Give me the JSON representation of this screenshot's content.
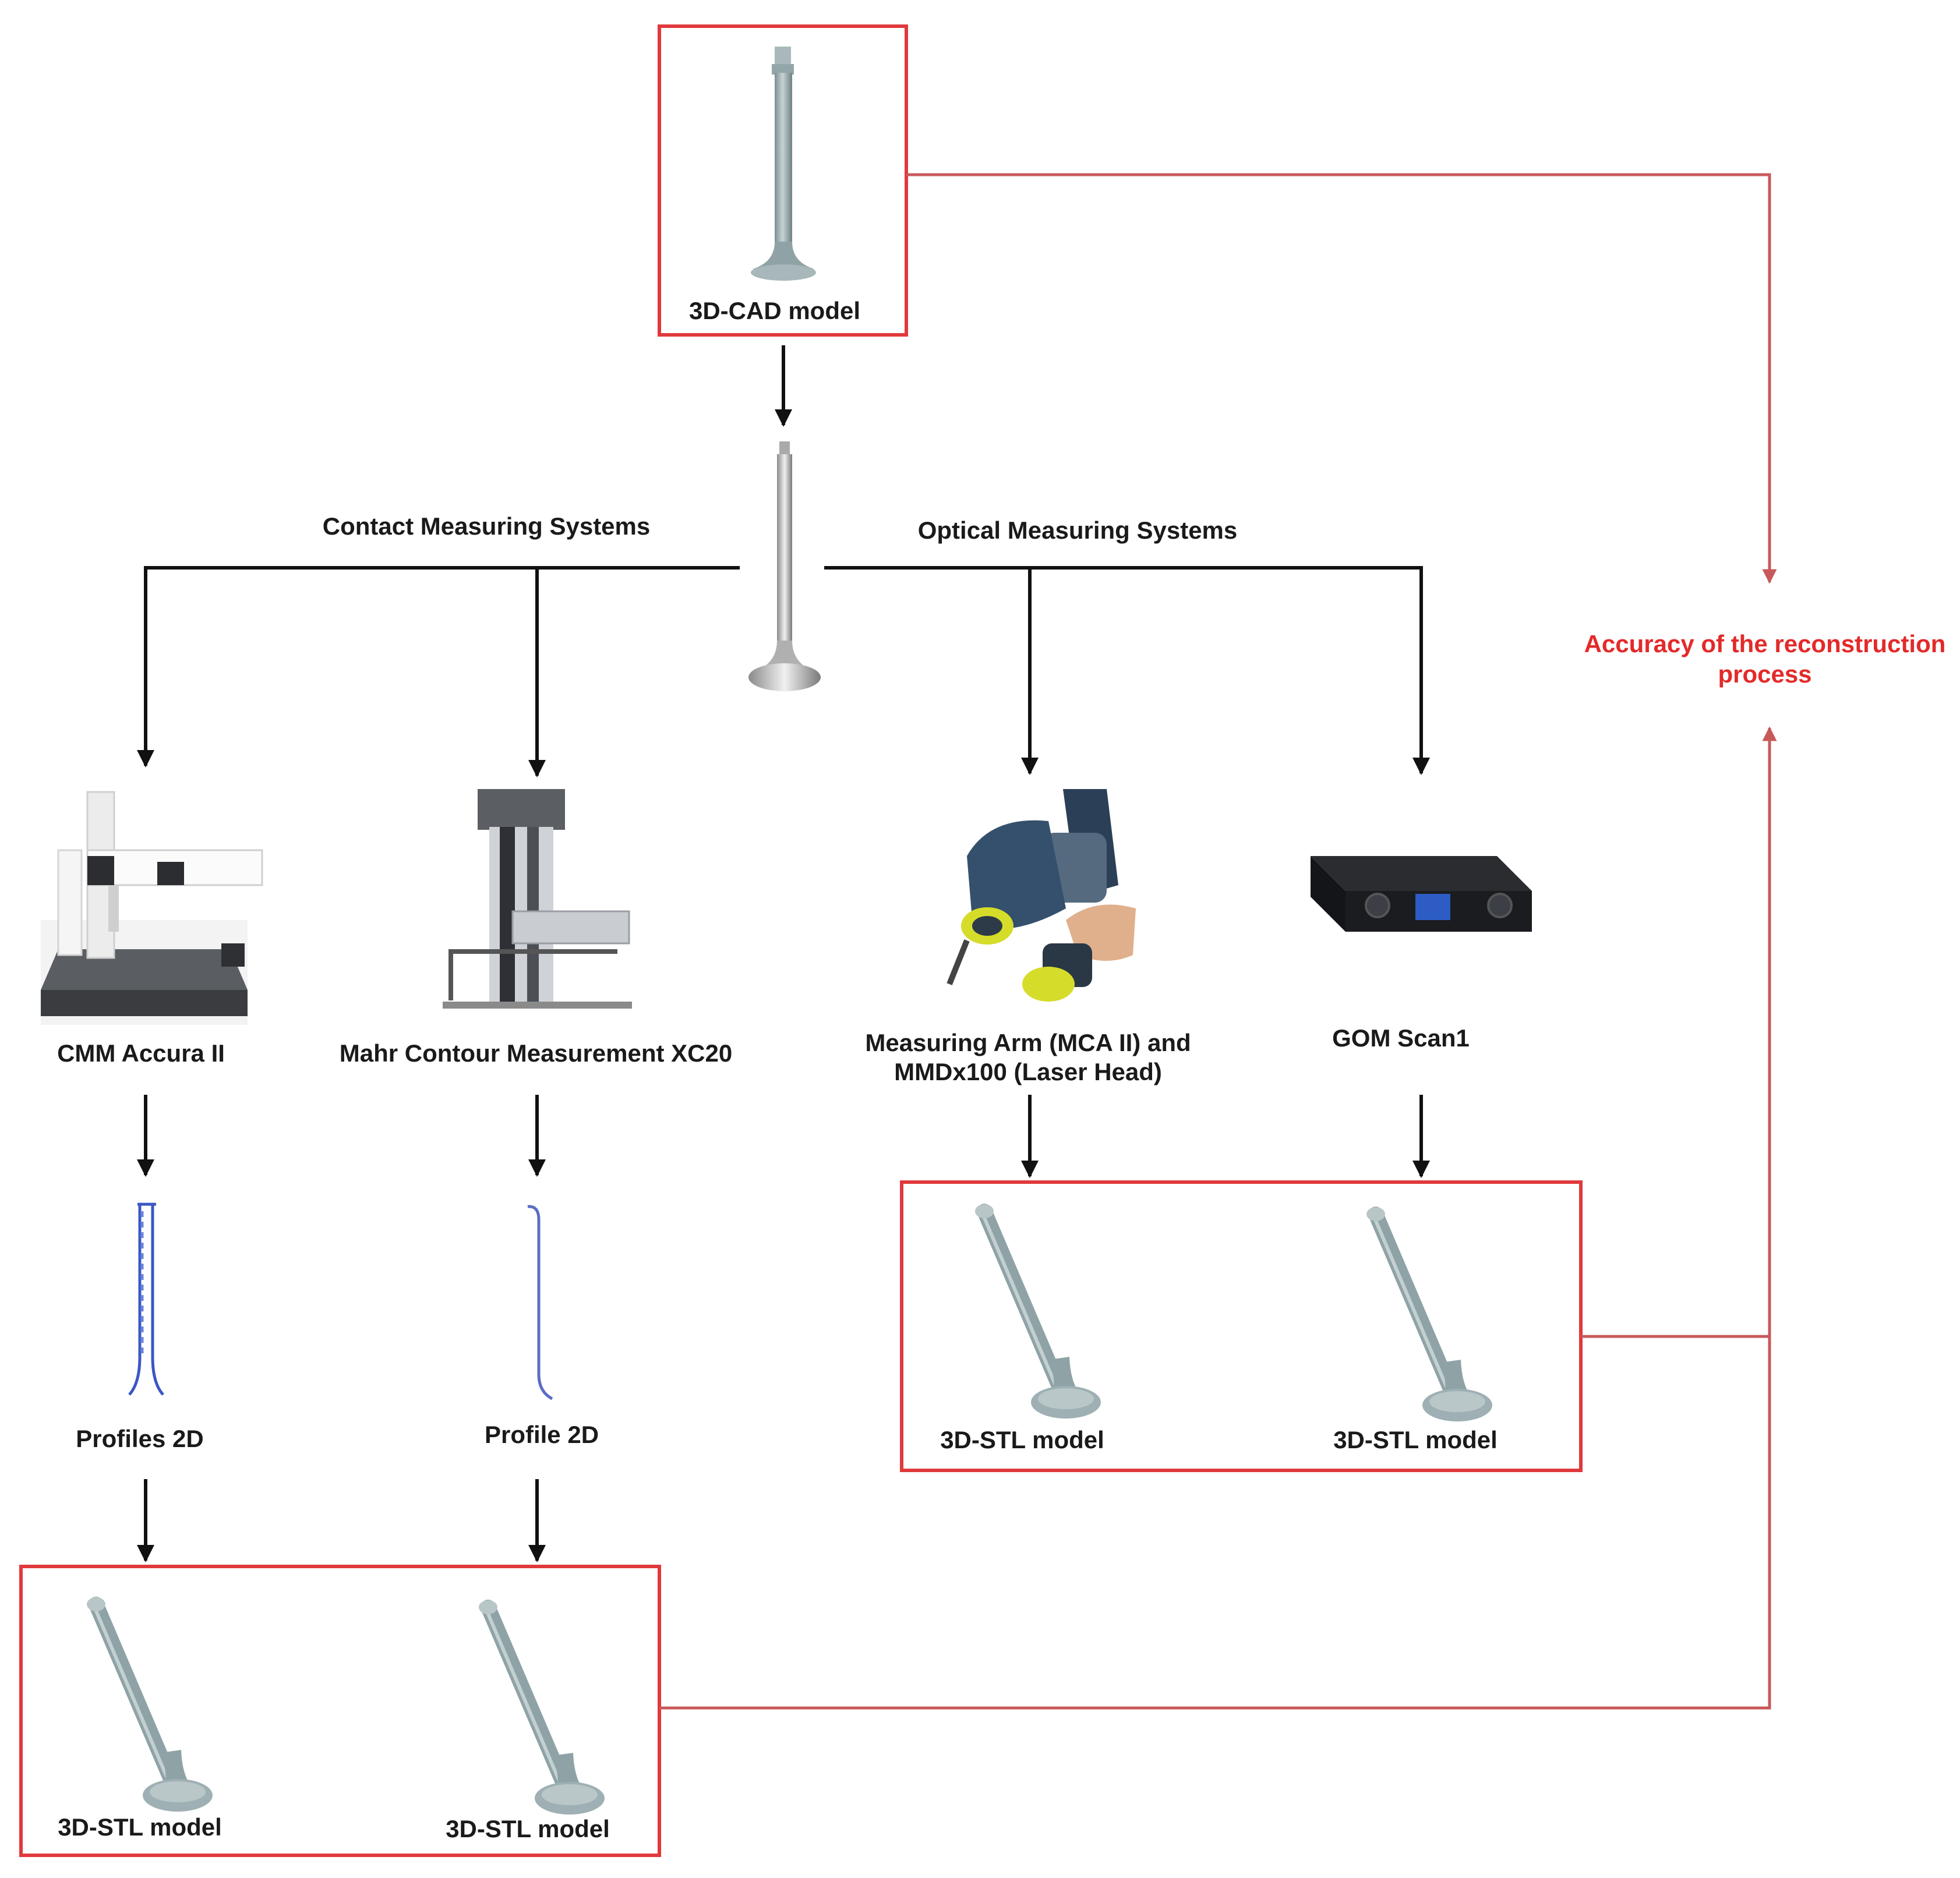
{
  "cad": {
    "label": "3D-CAD model"
  },
  "branches": {
    "contact": "Contact Measuring Systems",
    "optical": "Optical Measuring Systems"
  },
  "devices": {
    "cmm": "CMM Accura II",
    "mahr": "Mahr Contour Measurement XC20",
    "arm_line1": "Measuring Arm (MCA II) and",
    "arm_line2": "MMDx100 (Laser Head)",
    "gom": "GOM Scan1"
  },
  "profiles": {
    "cmm": "Profiles 2D",
    "mahr": "Profile 2D"
  },
  "stl": {
    "cmm": "3D-STL model",
    "mahr": "3D-STL model",
    "arm": "3D-STL model",
    "gom": "3D-STL model"
  },
  "accuracy": {
    "line1": "Accuracy of the reconstruction",
    "line2": "process"
  },
  "colors": {
    "accent_red": "#e32a2a",
    "box_red": "#e0393c",
    "connector_red": "#c8595b",
    "arrow_black": "#111111",
    "valve_gray": "#9fb1b4",
    "profile_blue": "#3b57c4"
  }
}
